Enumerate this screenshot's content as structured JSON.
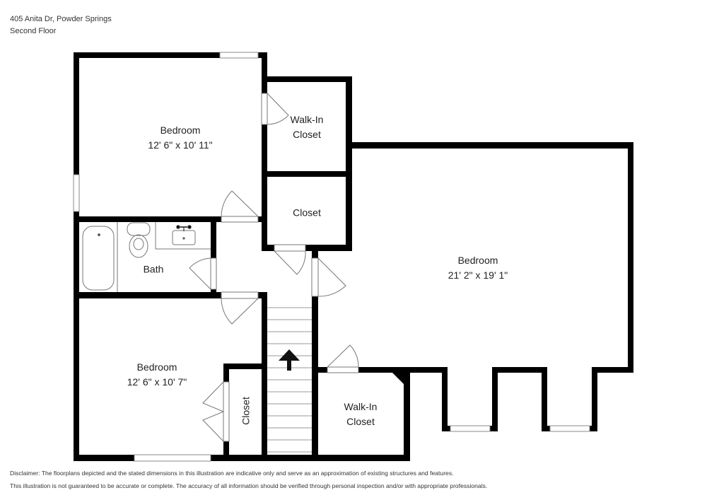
{
  "header": {
    "address": "405 Anita Dr, Powder Springs",
    "floor": "Second Floor"
  },
  "rooms": [
    {
      "id": "bedroom-nw",
      "name": "Bedroom",
      "dimensions": "12' 6\" x 10' 11\""
    },
    {
      "id": "walkin-closet-top",
      "name_line1": "Walk-In",
      "name_line2": "Closet"
    },
    {
      "id": "closet-middle",
      "name": "Closet"
    },
    {
      "id": "bath",
      "name": "Bath"
    },
    {
      "id": "bedroom-main",
      "name": "Bedroom",
      "dimensions": "21' 2\" x 19' 1\""
    },
    {
      "id": "bedroom-sw",
      "name": "Bedroom",
      "dimensions": "12' 6\" x 10' 7\""
    },
    {
      "id": "closet-sw",
      "name": "Closet"
    },
    {
      "id": "walkin-closet-bottom",
      "name_line1": "Walk-In",
      "name_line2": "Closet"
    }
  ],
  "stairs": {
    "direction": "up",
    "icon": "arrow-up-icon"
  },
  "disclaimer": {
    "line1": "Disclaimer: The floorplans depicted and the stated dimensions in this illustration are indicative only and serve as an approximation of existing structures and features.",
    "line2": "This illustration is not guaranteed to be accurate or complete. The accuracy of all information should be verified through personal inspection and/or with appropriate professionals."
  },
  "colors": {
    "wall": "#000000",
    "fixture": "#777777",
    "background": "#ffffff"
  }
}
